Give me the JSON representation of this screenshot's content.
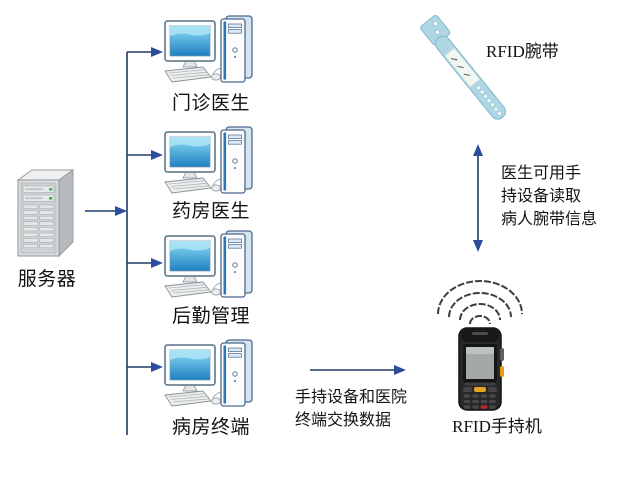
{
  "colors": {
    "arrow_line": "#1e3a68",
    "arrow_head": "#2c4d9c",
    "screen_blue": "#1d7fc1",
    "screen_blue_light": "#8edcf5",
    "wristband_blue": "#aed7e3",
    "handheld_body": "#28282a",
    "accent_yellow": "#e8a61e",
    "accent_red": "#bb2b20",
    "led_green": "#39b54a"
  },
  "server": {
    "label": "服务器",
    "icon": "server-tower-icon"
  },
  "terminals": [
    {
      "label": "门诊医生",
      "icon": "desktop-computer-icon"
    },
    {
      "label": "药房医生",
      "icon": "desktop-computer-icon"
    },
    {
      "label": "后勤管理",
      "icon": "desktop-computer-icon"
    },
    {
      "label": "病房终端",
      "icon": "desktop-computer-icon"
    }
  ],
  "rfid": {
    "wristband": {
      "label": "RFID腕带",
      "icon": "rfid-wristband-icon"
    },
    "handheld": {
      "label": "RFID手持机",
      "icon": "rfid-handheld-icon",
      "signal_icon": "wireless-signal-icon"
    }
  },
  "annotations": {
    "read_wristband": {
      "lines": [
        "医生可用手",
        "持设备读取",
        "病人腕带信息"
      ]
    },
    "exchange_data": {
      "lines": [
        "手持设备和医院",
        "终端交换数据"
      ]
    }
  }
}
